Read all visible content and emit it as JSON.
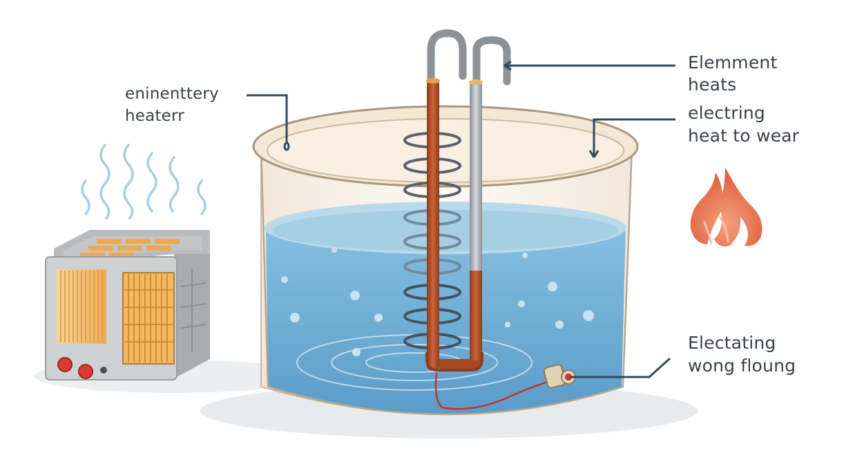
{
  "labels": {
    "heater_line1": "eninenttery",
    "heater_line2": "heaterr",
    "element_line1": "Elemment",
    "element_line2": "heats",
    "transfer_line1": "electring",
    "transfer_line2": "heat to wear",
    "float_line1": "Electating",
    "float_line2": "wong floung"
  },
  "colors": {
    "water": "#6aaad3",
    "water_surface": "#a9d1e6",
    "tank_rim": "#f4e7d4",
    "copper_rod": "#b5542a",
    "steel_rod": "#9ea3a8",
    "coil": "#5a6168",
    "flame": "#e5704d",
    "heater_body": "#c9cacc",
    "heater_grille": "#f2b25c",
    "leader_line": "#2f4a5e",
    "wire": "#c8312b",
    "label_text": "#3b4149"
  },
  "icons": {
    "heat_waves": "heat-waves-icon",
    "flame": "flame-icon",
    "space_heater": "space-heater-icon",
    "float_sensor": "float-sensor-icon"
  }
}
